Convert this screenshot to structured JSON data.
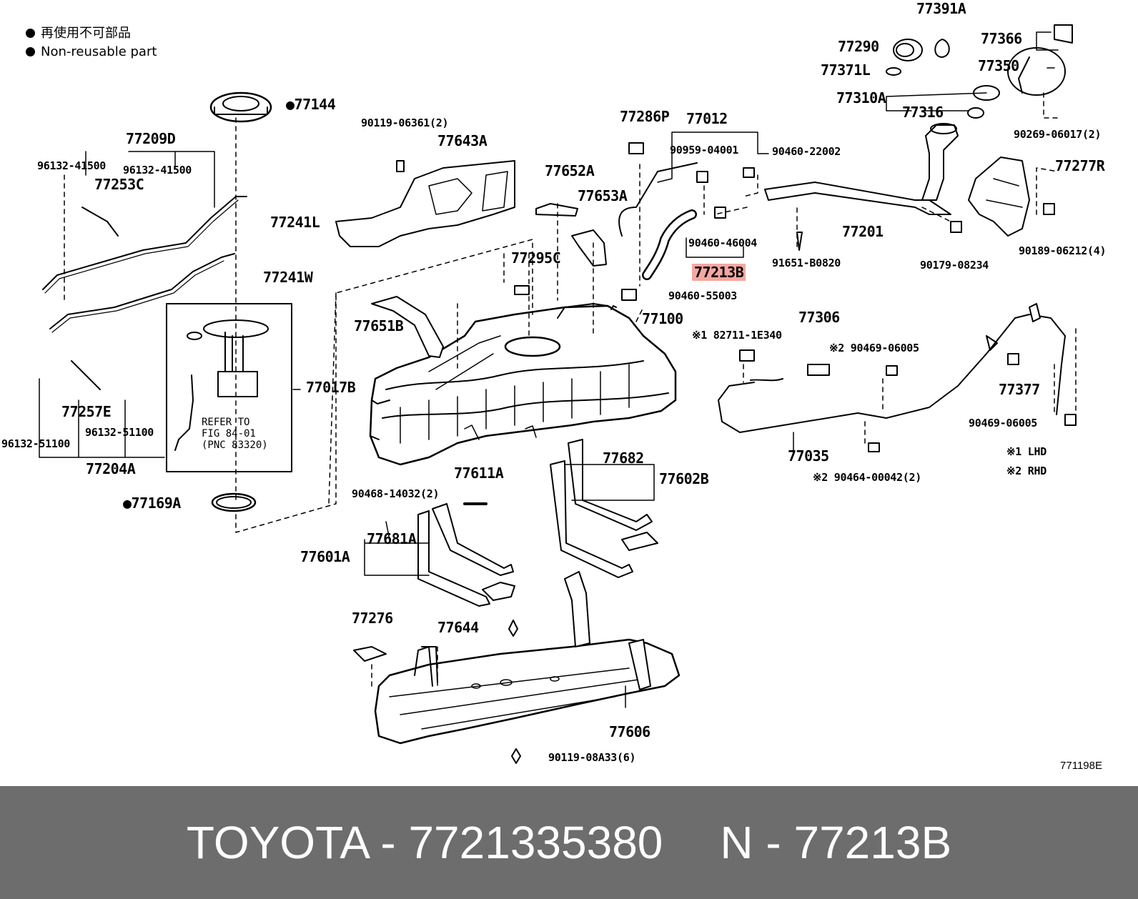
{
  "legend": {
    "line_jp": "再使用不可部品",
    "line_en": "Non-reusable part"
  },
  "labels": {
    "p77391A": "77391A",
    "p77290": "77290",
    "p77366": "77366",
    "p77371L": "77371L",
    "p77350": "77350",
    "p77310A": "77310A",
    "p77316": "77316",
    "p90269": "90269-06017(2)",
    "p77144": "●77144",
    "p77209D": "77209D",
    "p96132_41500_a": "96132-41500",
    "p96132_41500_b": "96132-41500",
    "p77253C": "77253C",
    "p90119_06361": "90119-06361(2)",
    "p77643A": "77643A",
    "p77286P": "77286P",
    "p77012": "77012",
    "p90959": "90959-04001",
    "p90460_22002": "90460-22002",
    "p77277R": "77277R",
    "p77652A": "77652A",
    "p77653A": "77653A",
    "p77241L": "77241L",
    "p77201": "77201",
    "p90460_46004": "90460-46004",
    "p77213B": "77213B",
    "p91651": "91651-B0820",
    "p90179": "90179-08234",
    "p90189": "90189-06212(4)",
    "p77295C": "77295C",
    "p77241W": "77241W",
    "p90460_55003": "90460-55003",
    "p77100": "77100",
    "p77306": "77306",
    "p77651B": "77651B",
    "p82711": "※1 82711-1E340",
    "p90469_a": "※2 90469-06005",
    "p77017B": "77017B",
    "p77377": "77377",
    "p77257E": "77257E",
    "p96132_51100_a": "96132-51100",
    "p96132_51100_b": "96132-51100",
    "p77204A": "77204A",
    "p90469_b": "90469-06005",
    "p77682": "77682",
    "p77035": "77035",
    "p77602B": "77602B",
    "p77611A": "77611A",
    "lhd": "※1 LHD",
    "rhd": "※2 RHD",
    "p90464": "※2 90464-00042(2)",
    "p77169A": "●77169A",
    "p90468": "90468-14032(2)",
    "p77681A": "77681A",
    "p77601A": "77601A",
    "p77276": "77276",
    "p77644": "77644",
    "p77606": "77606",
    "p90119_08A33": "90119-08A33(6)",
    "refer_1": "REFER TO",
    "refer_2": "FIG 84-01",
    "refer_3": "(PNC 83320)",
    "figure_id": "771198E"
  },
  "footer": {
    "left": "TOYOTA - 7721335380",
    "right": "N - 77213B"
  },
  "colors": {
    "highlight": "#f4a7a0",
    "footer_bg": "#6d6d6d",
    "line": "#000000"
  }
}
